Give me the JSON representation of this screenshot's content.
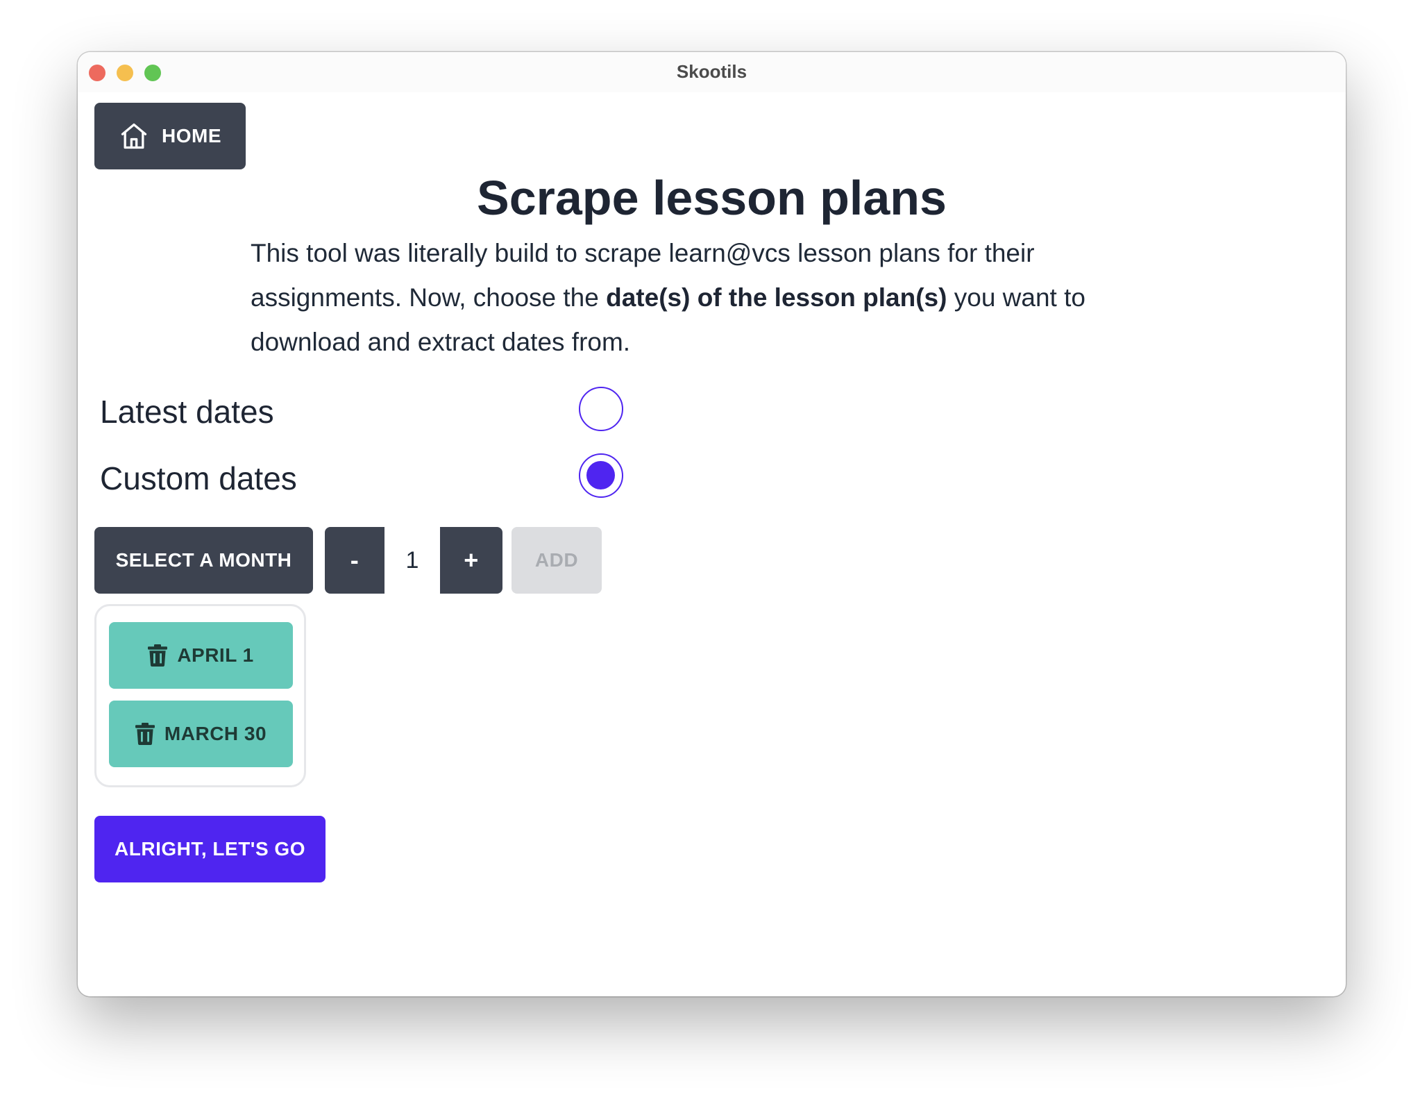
{
  "window": {
    "title": "Skootils"
  },
  "nav": {
    "home_label": "HOME",
    "home_icon": "home-icon"
  },
  "page": {
    "title": "Scrape lesson plans",
    "description_part1": "This tool was literally build to scrape learn@vcs lesson plans for their assignments. Now, choose the ",
    "description_bold": "date(s) of the lesson plan(s)",
    "description_part2": " you want to download and extract dates from."
  },
  "date_mode": {
    "options": [
      {
        "label": "Latest dates",
        "selected": false
      },
      {
        "label": "Custom dates",
        "selected": true
      }
    ]
  },
  "controls": {
    "month_label": "SELECT A MONTH",
    "minus_label": "-",
    "day_value": "1",
    "plus_label": "+",
    "add_label": "ADD"
  },
  "selected_dates": [
    {
      "label": "APRIL 1",
      "icon": "trash-icon"
    },
    {
      "label": "MARCH 30",
      "icon": "trash-icon"
    }
  ],
  "submit_label": "ALRIGHT, LET'S GO",
  "colors": {
    "accent": "#4f25f0",
    "dark_button": "#3d4350",
    "chip": "#66c9ba",
    "disabled": "#dcdde0"
  }
}
